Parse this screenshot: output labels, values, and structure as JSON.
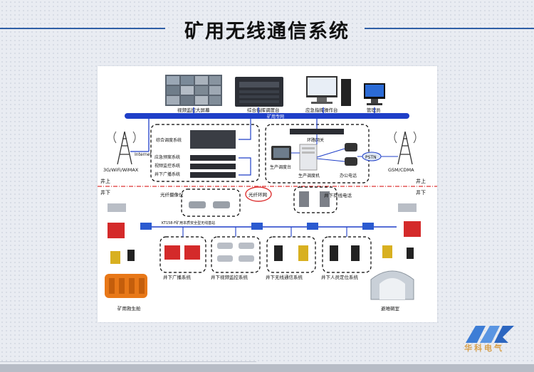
{
  "page": {
    "title": "矿用无线通信系统"
  },
  "diagram": {
    "top_devices": {
      "video_wall": "视频监控大屏幕",
      "dispatch_console": "综合指挥调度台",
      "emergency_station": "应急指挥操作台",
      "admin": "管理员"
    },
    "bus_label": "矿用专网",
    "internet": "Internet",
    "wireless_left": "3G/WiFi/WiMAX",
    "wireless_right": "GSM/CDMA",
    "systems": [
      "综合调度系统",
      "应急预案系统",
      "视频监控系统",
      "井下广播系统"
    ],
    "gateway": "环路网关",
    "pstn": "PSTN",
    "prod_console": "生产调度台",
    "prod_switch": "生产调度机",
    "office_phone": "办公电话",
    "above": "井上",
    "below": "井下",
    "fiber_monitor": "光纤摄像仪",
    "fiber_ring": "光纤环网",
    "wired_phone": "井下有线电话",
    "base_station": "KT158-F矿用本质安全型无线基站",
    "subsystems": [
      "井下广播系统",
      "井下视频监控系统",
      "井下无线通信系统",
      "井下人员定位系统"
    ],
    "rescue_capsule": "矿用救生舱",
    "refuge_room": "避难硐室"
  },
  "logo": {
    "text": "华科电气"
  },
  "colors": {
    "bus": "#1f3fc8",
    "dash": "#000000",
    "red_line": "#d33",
    "title_line": "#2f5fa6"
  }
}
